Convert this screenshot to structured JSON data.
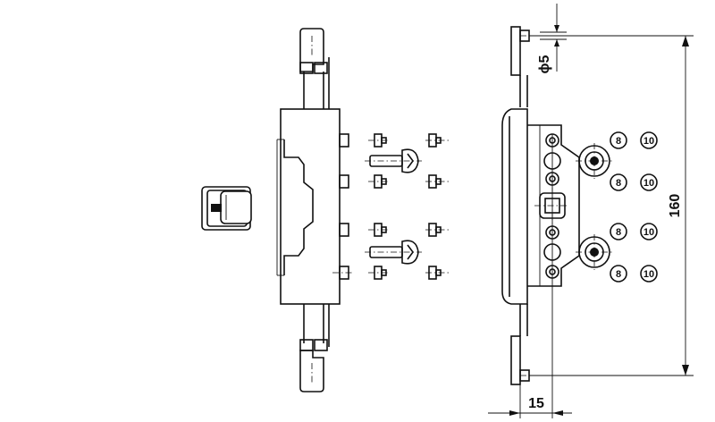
{
  "drawing": {
    "dimensions": {
      "height": "160",
      "offset": "15",
      "diameter": "ϕ5"
    },
    "hole_markers": [
      "8",
      "10",
      "8",
      "10",
      "8",
      "10",
      "8",
      "10"
    ]
  }
}
